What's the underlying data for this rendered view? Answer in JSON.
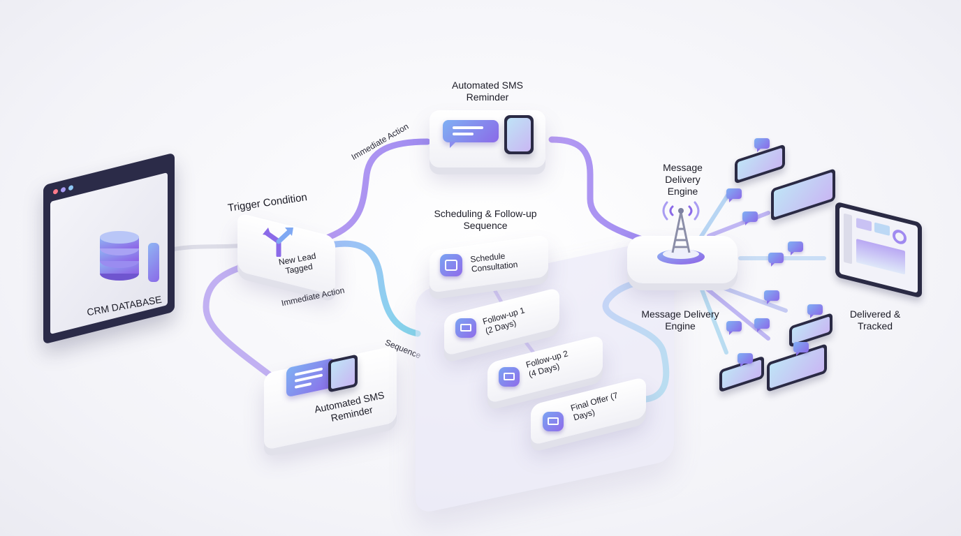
{
  "crm": {
    "label": "CRM DATABASE"
  },
  "trigger": {
    "title": "Trigger Condition",
    "card_text": "New Lead Tagged"
  },
  "sms_top": {
    "title": "Automated SMS Reminder"
  },
  "sms_bottom": {
    "title": "Automated SMS Reminder"
  },
  "connectors": {
    "immediate_action_top": "Immediate Action",
    "immediate_action_bottom": "Immediate Action",
    "sequence": "Sequence"
  },
  "scheduling": {
    "title": "Scheduling & Follow-up Sequence",
    "steps": [
      "Schedule Consultation",
      "Follow-up 1 (2 Days)",
      "Follow-up 2 (4 Days)",
      "Final Offer (7 Days)"
    ]
  },
  "engine": {
    "title_top": "Message Delivery Engine",
    "title_bottom": "Message Delivery Engine"
  },
  "delivered": {
    "label": "Delivered & Tracked"
  },
  "colors": {
    "accent_purple": "#8b6ae8",
    "accent_blue": "#7fb0f3",
    "device_dark": "#2a2a44"
  }
}
